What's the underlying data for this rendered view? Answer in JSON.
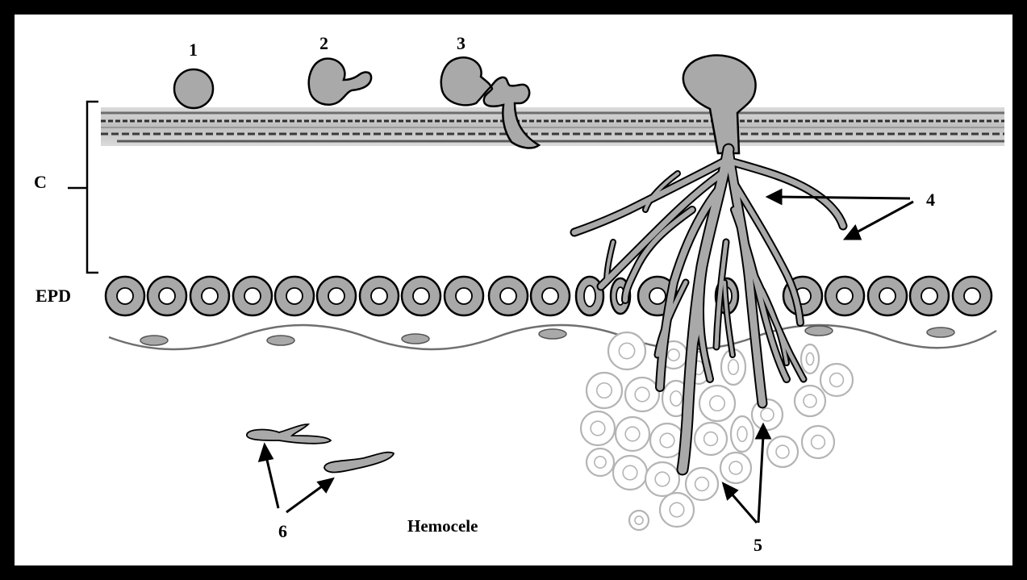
{
  "labels": {
    "stage1": "1",
    "stage2": "2",
    "stage3": "3",
    "stage4": "4",
    "stage5": "5",
    "stage6": "6",
    "cuticle": "C",
    "epidermis": "EPD",
    "hemocele": "Hemocele"
  },
  "colors": {
    "frame": "#000000",
    "background": "#ffffff",
    "fungus_fill": "#a9a9a9",
    "fungus_stroke": "#000000",
    "epidermal_cell_fill": "#a8a8a8",
    "hemocyte_stroke": "#b4b4b4",
    "cuticle_band": "#7a7a7a",
    "basement_membrane": "#6f6f6f"
  },
  "counts": {
    "epidermal_cells_visible": 20,
    "hemocytes_visible": 26
  }
}
